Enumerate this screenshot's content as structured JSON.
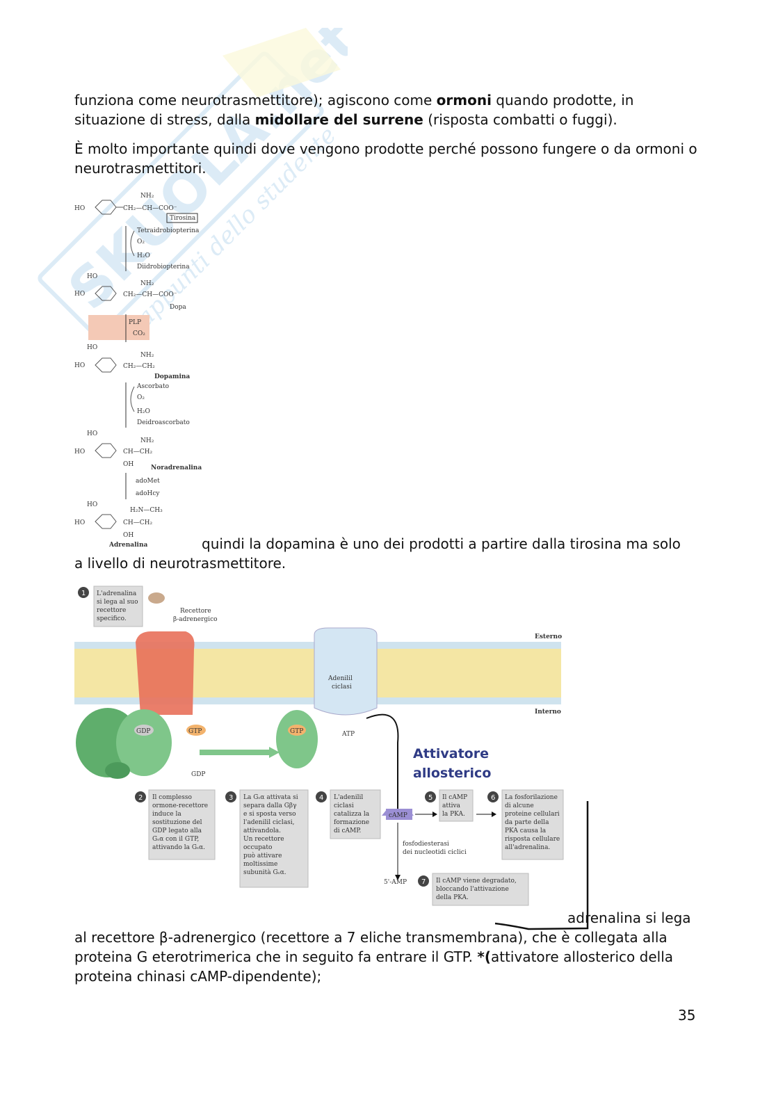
{
  "watermark": {
    "brand": "SKUOLA.net",
    "tagline": "appunti dello studente"
  },
  "para1": {
    "t1": "funziona come neurotrasmettitore); agiscono come ",
    "b1": "ormoni",
    "t2": " quando prodotte, in situazione di stress, dalla ",
    "b2": "midollare del surrene",
    "t3": " (risposta combatti o fuggi)."
  },
  "para2": "È molto importante quindi dove vengono prodotte perché possono fungere o da ormoni o neurotrasmettitori.",
  "pathway": {
    "tirosina": "Tirosina",
    "dopa": "Dopa",
    "dopamina": "Dopamina",
    "noradrenalina": "Noradrenalina",
    "adrenalina": "Adrenalina",
    "r1a": "Tetraidrobiopterina",
    "r1b": "O₂",
    "r1c": "H₂O",
    "r1d": "Diidrobiopterina",
    "r2a": "PLP",
    "r2b": "CO₂",
    "r3a": "Ascorbato",
    "r3b": "O₂",
    "r3c": "H₂O",
    "r3d": "Deidroascorbato",
    "r4a": "adoMet",
    "r4b": "adoHcy",
    "ho": "HO",
    "nh2": "NH₂",
    "oh": "OH"
  },
  "para3_a": "quindi la dopamina è uno dei prodotti a partire dalla tirosina ma solo",
  "para3_b": "a livello di neurotrasmettitore.",
  "diagram": {
    "s1": [
      "L'adrenalina",
      "si lega al suo",
      "recettore",
      "specifico."
    ],
    "recettore": [
      "Recettore",
      "β-adrenergico"
    ],
    "esterno": "Esterno",
    "interno": "Interno",
    "adenilil": [
      "Adenilil",
      "ciclasi"
    ],
    "gdp": "GDP",
    "gtp": "GTP",
    "atp": "ATP",
    "camp": "cAMP",
    "amp": "5'-AMP",
    "allosterico": [
      "Attivatore",
      "allosterico"
    ],
    "s2": [
      "Il complesso",
      "ormone-recettore",
      "induce la",
      "sostituzione del",
      "GDP legato alla",
      "Gₛα con il GTP,",
      "attivando la Gₛα."
    ],
    "s3": [
      "La Gₛα attivata si",
      "separa dalla Gβγ",
      "e si sposta verso",
      "l'adenilil ciclasi,",
      "attivandola.",
      "Un recettore",
      "occupato",
      "può attivare",
      "moltissime",
      "subunità Gₛα."
    ],
    "s4": [
      "L'adenilil",
      "ciclasi",
      "catalizza la",
      "formazione",
      "di cAMP."
    ],
    "s5": [
      "Il cAMP",
      "attiva",
      "la PKA."
    ],
    "s6": [
      "La fosforilazione",
      "di alcune",
      "proteine cellulari",
      "da parte della",
      "PKA causa la",
      "risposta cellulare",
      "all'adrenalina."
    ],
    "s7": [
      "Il cAMP viene degradato,",
      "bloccando l'attivazione",
      "della PKA."
    ],
    "fosfo": [
      "fosfodiesterasi",
      "dei nucleotidi ciclici"
    ]
  },
  "para4_a": "adrenalina si lega",
  "para4_b": "al recettore β-adrenergico (recettore a 7 eliche transmembrana), che è collegata alla proteina G eterotrimerica che in seguito fa entrare il GTP. ",
  "para4_star": "*(",
  "para4_c": "attivatore allosterico della proteina chinasi cAMP-dipendente);",
  "page_number": "35"
}
